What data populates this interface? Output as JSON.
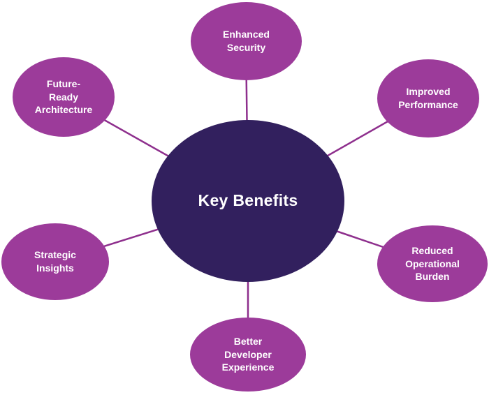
{
  "diagram_title": "Key Benefits diagram",
  "center": {
    "label": "Key Benefits"
  },
  "nodes": [
    {
      "id": "enhanced-security",
      "label": "Enhanced\nSecurity"
    },
    {
      "id": "improved-performance",
      "label": "Improved\nPerformance"
    },
    {
      "id": "reduced-operational-burden",
      "label": "Reduced\nOperational\nBurden"
    },
    {
      "id": "better-developer-experience",
      "label": "Better\nDeveloper\nExperience"
    },
    {
      "id": "strategic-insights",
      "label": "Strategic\nInsights"
    },
    {
      "id": "future-ready-architecture",
      "label": "Future-\nReady\nArchitecture"
    }
  ],
  "colors": {
    "center_fill": "#32205E",
    "node_fill": "#9C3B9A",
    "line": "#8E2F8D",
    "text": "#FFFFFF",
    "background": "#FFFFFF"
  }
}
